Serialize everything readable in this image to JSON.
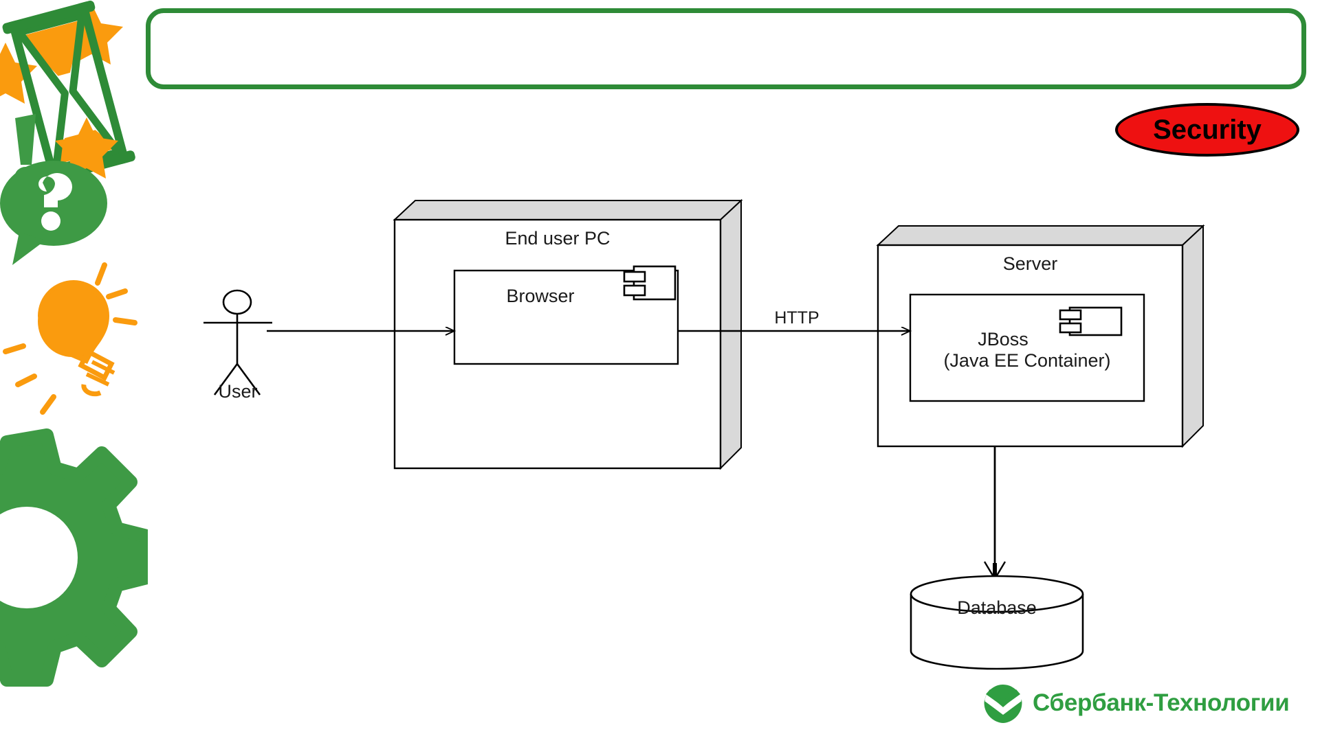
{
  "slide": {
    "title_text": "",
    "background_color": "#ffffff",
    "brand_green": "#3e9a45",
    "brand_orange": "#fa9b0e"
  },
  "badge": {
    "label": "Security",
    "fill_color": "#ee1111",
    "border_color": "#000000",
    "text_color": "#000000"
  },
  "decor": {
    "icons": [
      {
        "name": "hourglass-icon",
        "colors": [
          "#3e9a45",
          "#fa9b0e"
        ]
      },
      {
        "name": "star-icon",
        "colors": [
          "#fa9b0e"
        ]
      },
      {
        "name": "exclamation-icon",
        "colors": [
          "#3e9a45"
        ]
      },
      {
        "name": "question-bubble-icon",
        "colors": [
          "#3e9a45"
        ]
      },
      {
        "name": "lightbulb-icon",
        "colors": [
          "#fa9b0e"
        ]
      },
      {
        "name": "gear-icon",
        "colors": [
          "#3e9a45"
        ]
      }
    ]
  },
  "diagram": {
    "type": "uml-deployment-diagram",
    "actor": {
      "name": "actor-user",
      "label": "User"
    },
    "nodes": [
      {
        "name": "node-end-user-pc",
        "label": "End user PC",
        "components": [
          {
            "name": "component-browser",
            "label": "Browser"
          }
        ]
      },
      {
        "name": "node-server",
        "label": "Server",
        "components": [
          {
            "name": "component-jboss",
            "label_line1": "JBoss",
            "label_line2": "(Java EE Container)"
          }
        ]
      }
    ],
    "datastore": {
      "name": "datastore-database",
      "label": "Database"
    },
    "connections": [
      {
        "from": "User",
        "to": "Browser",
        "label": ""
      },
      {
        "from": "Browser",
        "to": "JBoss",
        "label": "HTTP"
      },
      {
        "from": "JBoss",
        "to": "Database",
        "label": ""
      }
    ]
  },
  "footer": {
    "logo_name": "sberbank-technologies-logo",
    "logo_text": "Сбербанк-Технологии",
    "logo_color": "#2f9e41"
  }
}
